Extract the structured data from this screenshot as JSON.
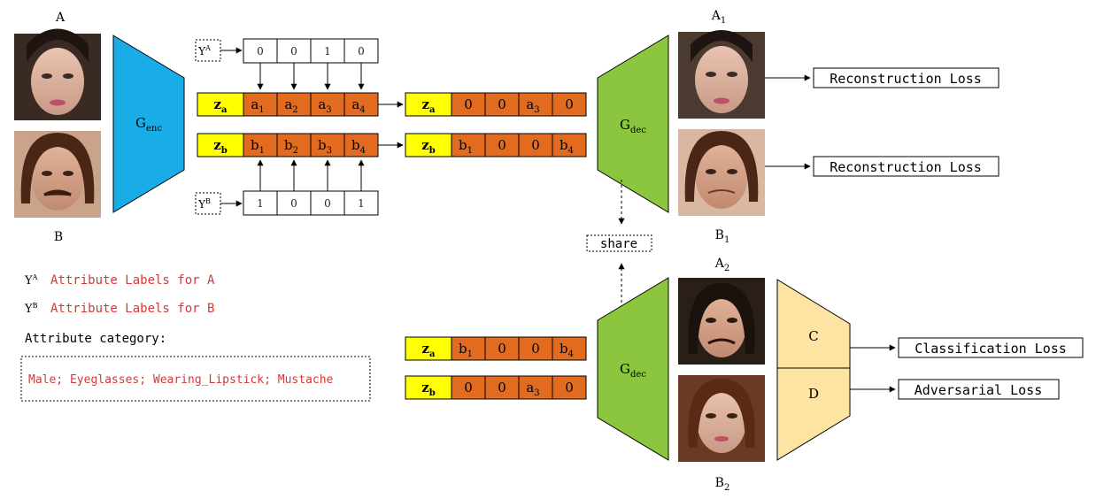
{
  "labels": {
    "A": "A",
    "B": "B",
    "A1": "A",
    "A1_sub": "1",
    "B1": "B",
    "B1_sub": "1",
    "A2": "A",
    "A2_sub": "2",
    "B2": "B",
    "B2_sub": "2"
  },
  "encoder": {
    "main": "G",
    "sub": "enc"
  },
  "decoder": {
    "main": "G",
    "sub": "dec"
  },
  "ya": {
    "main": "Y",
    "sup": "A",
    "bits": [
      "0",
      "0",
      "1",
      "0"
    ]
  },
  "yb": {
    "main": "Y",
    "sup": "B",
    "bits": [
      "1",
      "0",
      "0",
      "1"
    ]
  },
  "row_za": {
    "z": "z",
    "z_sub": "a",
    "cells": [
      {
        "t": "a",
        "s": "1"
      },
      {
        "t": "a",
        "s": "2"
      },
      {
        "t": "a",
        "s": "3"
      },
      {
        "t": "a",
        "s": "4"
      }
    ]
  },
  "row_zb": {
    "z": "z",
    "z_sub": "b",
    "cells": [
      {
        "t": "b",
        "s": "1"
      },
      {
        "t": "b",
        "s": "2"
      },
      {
        "t": "b",
        "s": "3"
      },
      {
        "t": "b",
        "s": "4"
      }
    ]
  },
  "masked_za": {
    "z": "z",
    "z_sub": "a",
    "cells": [
      {
        "t": "0",
        "s": ""
      },
      {
        "t": "0",
        "s": ""
      },
      {
        "t": "a",
        "s": "3"
      },
      {
        "t": "0",
        "s": ""
      }
    ]
  },
  "masked_zb": {
    "z": "z",
    "z_sub": "b",
    "cells": [
      {
        "t": "b",
        "s": "1"
      },
      {
        "t": "0",
        "s": ""
      },
      {
        "t": "0",
        "s": ""
      },
      {
        "t": "b",
        "s": "4"
      }
    ]
  },
  "swap_za": {
    "z": "z",
    "z_sub": "a",
    "cells": [
      {
        "t": "b",
        "s": "1"
      },
      {
        "t": "0",
        "s": ""
      },
      {
        "t": "0",
        "s": ""
      },
      {
        "t": "b",
        "s": "4"
      }
    ]
  },
  "swap_zb": {
    "z": "z",
    "z_sub": "b",
    "cells": [
      {
        "t": "0",
        "s": ""
      },
      {
        "t": "0",
        "s": ""
      },
      {
        "t": "a",
        "s": "3"
      },
      {
        "t": "0",
        "s": ""
      }
    ]
  },
  "share": "share",
  "classifier": {
    "C": "C",
    "D": "D"
  },
  "losses": {
    "recon1": "Reconstruction Loss",
    "recon2": "Reconstruction Loss",
    "class": "Classification Loss",
    "adv": "Adversarial Loss"
  },
  "legend": {
    "ya_main": "Y",
    "ya_sup": "A",
    "ya_text": "Attribute Labels for A",
    "yb_main": "Y",
    "yb_sup": "B",
    "yb_text": "Attribute Labels for B",
    "category_title": "Attribute category:",
    "categories": "Male; Eyeglasses; Wearing_Lipstick; Mustache"
  },
  "colors": {
    "encoder": "#1aace6",
    "decoder": "#8cc63f",
    "z_cell": "#ffff00",
    "attr_cell": "#e26b1f",
    "classifier": "#fde4a3",
    "legend_red": "#d23a3a"
  }
}
